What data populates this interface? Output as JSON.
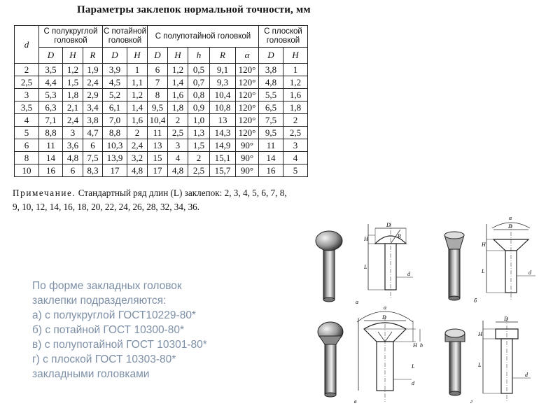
{
  "document": {
    "title": "Параметры заклепок нормальной точности, мм",
    "table": {
      "d_header": "d",
      "groups": [
        "С полукруглой головкой",
        "С потайной головкой",
        "С полупотайной головкой",
        "С плоской головкой"
      ],
      "subheaders": [
        "D",
        "H",
        "R",
        "D",
        "H",
        "D",
        "H",
        "h",
        "R",
        "α",
        "D",
        "H"
      ],
      "rows": [
        [
          "2",
          "3,5",
          "1,2",
          "1,9",
          "3,9",
          "1",
          "6",
          "1,2",
          "0,5",
          "9,1",
          "120°",
          "3,8",
          "1"
        ],
        [
          "2,5",
          "4,4",
          "1,5",
          "2,4",
          "4,5",
          "1,1",
          "7",
          "1,4",
          "0,7",
          "9,3",
          "120°",
          "4,8",
          "1,2"
        ],
        [
          "3",
          "5,3",
          "1,8",
          "2,9",
          "5,2",
          "1,2",
          "8",
          "1,6",
          "0,8",
          "10,4",
          "120°",
          "5,5",
          "1,6"
        ],
        [
          "3,5",
          "6,3",
          "2,1",
          "3,4",
          "6,1",
          "1,4",
          "9,5",
          "1,8",
          "0,9",
          "10,8",
          "120°",
          "6,5",
          "1,8"
        ],
        [
          "4",
          "7,1",
          "2,4",
          "3,8",
          "7,0",
          "1,6",
          "10,4",
          "2",
          "1,0",
          "13",
          "120°",
          "7,5",
          "2"
        ],
        [
          "5",
          "8,8",
          "3",
          "4,7",
          "8,8",
          "2",
          "11",
          "2,5",
          "1,3",
          "14,3",
          "120°",
          "9,5",
          "2,5"
        ],
        [
          "6",
          "11",
          "3,6",
          "6",
          "10,3",
          "2,4",
          "13",
          "3",
          "1,5",
          "14,9",
          "90°",
          "11",
          "3"
        ],
        [
          "8",
          "14",
          "4,8",
          "7,5",
          "13,9",
          "3,2",
          "15",
          "4",
          "2",
          "15,1",
          "90°",
          "14",
          "4"
        ],
        [
          "10",
          "16",
          "6",
          "8,3",
          "17",
          "4,8",
          "17",
          "4,8",
          "2,5",
          "15,7",
          "90°",
          "16",
          "5"
        ]
      ]
    },
    "note_label": "Примечание.",
    "note_text": " Стандартный ряд длин (L) заклепок: 2, 3, 4, 5, 6, 7, 8, 9, 10, 12, 14, 16, 18, 20, 22, 24, 26, 28, 32, 34, 36."
  },
  "caption": {
    "lines": [
      "По форме закладных головок",
      "заклепки подразделяются:",
      "а) с полукруглой ГОСТ10229-80*",
      "б)  с потайной ГОСТ 10300-80*",
      "в)  с полупотайной ГОСТ 10301-80*",
      "г)  с плоской ГОСТ 10303-80*",
      "закладными головками"
    ]
  },
  "figures": {
    "a": {
      "letter": "а",
      "labels": {
        "D": "D",
        "H": "H",
        "R": "R",
        "L": "L",
        "d": "d"
      }
    },
    "b": {
      "letter": "б",
      "labels": {
        "alpha": "α",
        "D": "D",
        "H": "H",
        "L": "L",
        "d": "d"
      }
    },
    "c": {
      "letter": "в",
      "labels": {
        "alpha": "α",
        "D": "D",
        "H": "H",
        "h": "h",
        "L": "L",
        "d": "d"
      }
    },
    "d": {
      "letter": "г",
      "labels": {
        "D": "D",
        "H": "H",
        "L": "L",
        "d": "d"
      }
    }
  },
  "colors": {
    "caption": "#7d8fa6",
    "ink": "#111111"
  }
}
